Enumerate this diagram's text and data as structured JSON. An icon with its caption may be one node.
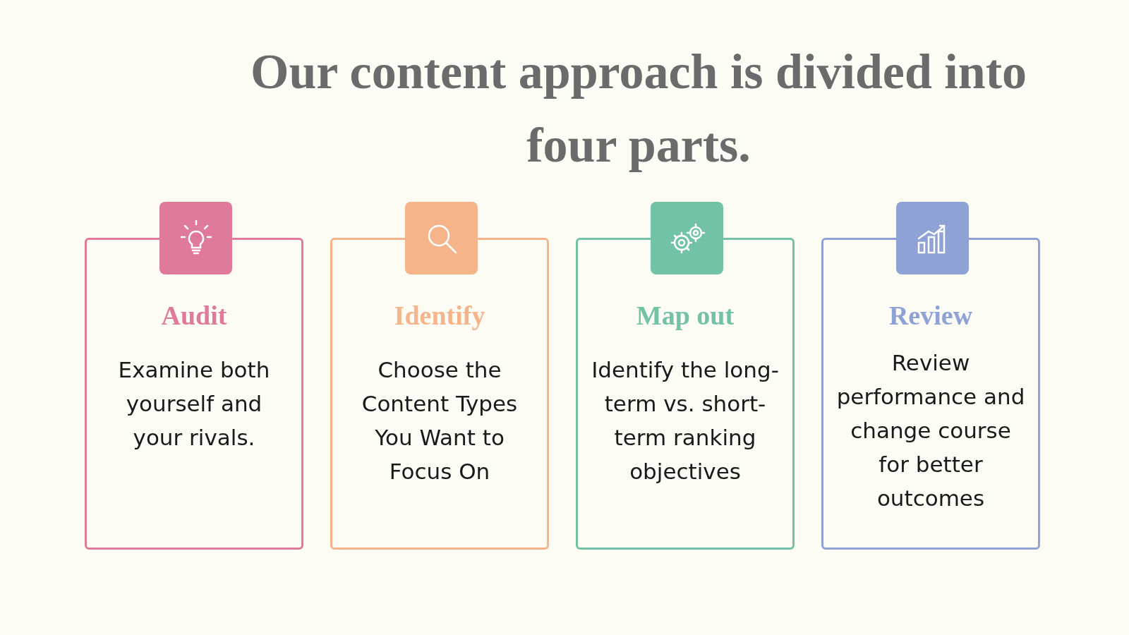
{
  "diagram": {
    "title": "Our content approach is divided into four parts.",
    "nodes": [
      {
        "text": [
          "Audit",
          "Examine both yourself and your rivals."
        ]
      },
      {
        "text": [
          "Identify",
          "Choose the Content Types You Want to Focus On"
        ]
      },
      {
        "text": [
          "Map out",
          "Identify the long-term vs. short-term ranking objectives"
        ]
      },
      {
        "text": [
          "Review",
          "Review performance and change course for better outcomes"
        ]
      }
    ],
    "edges": []
  }
}
